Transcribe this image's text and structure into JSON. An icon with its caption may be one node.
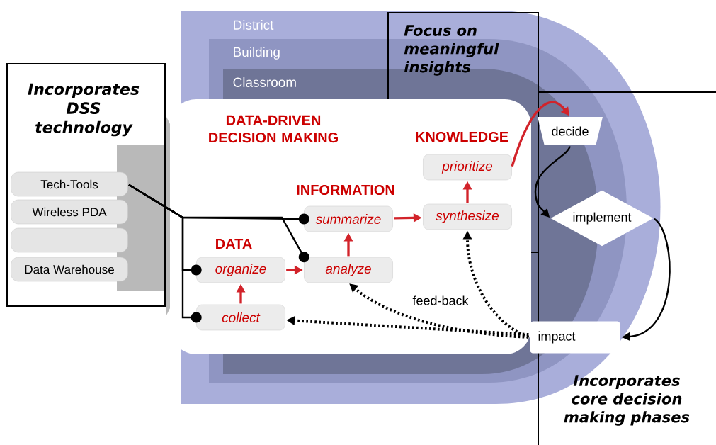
{
  "diagram": {
    "nodes": [
      {
        "text": [
          "DATA-DRIVEN DECISION MAKING"
        ]
      },
      {
        "text": [
          "Incorporates DSS technology"
        ]
      },
      {
        "text": [
          "Tech-Tools"
        ]
      },
      {
        "text": [
          "Wireless PDA"
        ]
      },
      {
        "text": [],
        "shape": "cylinder"
      },
      {
        "text": [
          "Data Warehouse"
        ]
      },
      {
        "text": [
          "organize"
        ],
        "in": 0
      },
      {
        "text": [
          "collect"
        ],
        "in": 0
      },
      {
        "text": [
          "analyze"
        ],
        "in": 0
      },
      {
        "text": [
          "summarize"
        ],
        "in": 0
      },
      {
        "text": [
          "synthesize"
        ],
        "in": 0
      },
      {
        "text": [
          "prioritize"
        ],
        "in": 0
      },
      {
        "text": [
          "Focus on meaningful insights"
        ]
      },
      {
        "text": [
          "decide"
        ]
      },
      {
        "text": [
          "implement"
        ]
      },
      {
        "text": [
          "impact"
        ]
      },
      {
        "text": [
          "Incorporates core decision making phases"
        ]
      }
    ],
    "edges": [
      {
        "from": 2,
        "to": 9,
        "arrow": "other"
      },
      {
        "from": 2,
        "to": 8,
        "arrow": "other"
      },
      {
        "from": 2,
        "to": 6,
        "arrow": "other"
      },
      {
        "from": 2,
        "to": 7,
        "arrow": "other"
      },
      {
        "from": 7,
        "to": 6,
        "arrow": "to",
        "color": "#d2232a"
      },
      {
        "from": 6,
        "to": 8,
        "arrow": "to",
        "color": "#d2232a"
      },
      {
        "from": 8,
        "to": 9,
        "arrow": "to",
        "color": "#d2232a"
      },
      {
        "from": 9,
        "to": 10,
        "arrow": "to",
        "color": "#d2232a"
      },
      {
        "from": 10,
        "to": 11,
        "arrow": "to",
        "color": "#d2232a"
      },
      {
        "from": 11,
        "to": 13,
        "arrow": "to",
        "color": "#d2232a"
      },
      {
        "from": 13,
        "to": 14,
        "arrow": "to"
      },
      {
        "from": 14,
        "to": 15,
        "arrow": "to"
      },
      {
        "from": 15,
        "to": 7,
        "arrow": "to",
        "style": "dashed"
      },
      {
        "from": 15,
        "to": 8,
        "arrow": "to",
        "style": "dashed"
      },
      {
        "from": 15,
        "to": 10,
        "arrow": "to",
        "style": "dashed"
      }
    ],
    "labels": [
      "District",
      "Building",
      "Classroom",
      "DATA",
      "INFORMATION",
      "KNOWLEDGE",
      "feed-back"
    ]
  }
}
